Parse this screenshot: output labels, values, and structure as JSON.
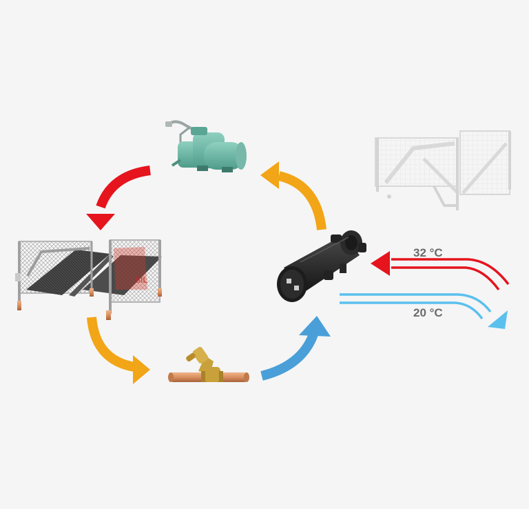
{
  "labels": {
    "hot_temperature": "32 °C",
    "cold_temperature": "20 °C"
  },
  "colors": {
    "background": "#f5f5f5",
    "hot_arrow": "#e5141d",
    "refrigerant_arrow": "#f2a516",
    "cold_arrow": "#4a9fd8",
    "water_out": "#5bc0ee",
    "compressor": "#6fbcaa",
    "evaporator": "#2a2a2a",
    "valve_brass": "#c9a13a",
    "pipe_copper": "#d98f5f",
    "condenser_grey": "#9a9a9a"
  },
  "components": [
    {
      "name": "compressor"
    },
    {
      "name": "condenser"
    },
    {
      "name": "expansion-valve"
    },
    {
      "name": "evaporator"
    },
    {
      "name": "dry-cooler"
    }
  ]
}
